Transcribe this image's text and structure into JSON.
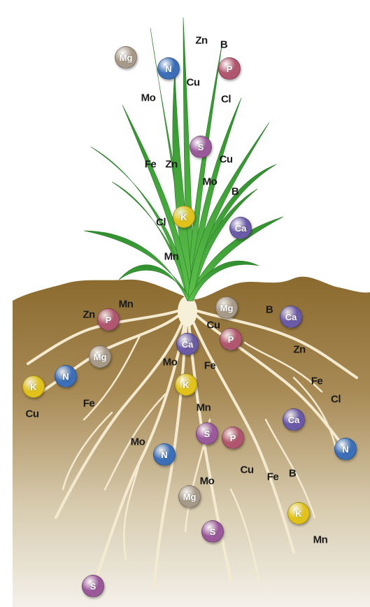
{
  "colors": {
    "N": "#3c6fb8",
    "P": "#b0566e",
    "K": "#e0c21a",
    "S": "#9a5a9a",
    "Ca": "#6a5aa8",
    "Mg": "#a89a88",
    "soil_top": "#8a6a2e",
    "soil_bottom": "#f2eee6",
    "leaf": "#3aa038",
    "root": "#f4ead0"
  },
  "plant": {
    "nutrients": [
      {
        "symbol": "Mg",
        "kind": "ball"
      },
      {
        "symbol": "N",
        "kind": "ball"
      },
      {
        "symbol": "Zn",
        "kind": "text"
      },
      {
        "symbol": "B",
        "kind": "text"
      },
      {
        "symbol": "P",
        "kind": "ball"
      },
      {
        "symbol": "Cu",
        "kind": "text"
      },
      {
        "symbol": "Mo",
        "kind": "text"
      },
      {
        "symbol": "Cl",
        "kind": "text"
      },
      {
        "symbol": "S",
        "kind": "ball"
      },
      {
        "symbol": "Fe",
        "kind": "text"
      },
      {
        "symbol": "Zn",
        "kind": "text"
      },
      {
        "symbol": "Cu",
        "kind": "text"
      },
      {
        "symbol": "Mo",
        "kind": "text"
      },
      {
        "symbol": "B",
        "kind": "text"
      },
      {
        "symbol": "Cl",
        "kind": "text"
      },
      {
        "symbol": "K",
        "kind": "ball"
      },
      {
        "symbol": "Ca",
        "kind": "ball"
      },
      {
        "symbol": "Mn",
        "kind": "text"
      }
    ]
  },
  "soil": {
    "nutrients": [
      {
        "symbol": "Mn",
        "kind": "text"
      },
      {
        "symbol": "Zn",
        "kind": "text"
      },
      {
        "symbol": "P",
        "kind": "ball"
      },
      {
        "symbol": "Mg",
        "kind": "ball"
      },
      {
        "symbol": "B",
        "kind": "text"
      },
      {
        "symbol": "Ca",
        "kind": "ball"
      },
      {
        "symbol": "Cu",
        "kind": "text"
      },
      {
        "symbol": "P",
        "kind": "ball"
      },
      {
        "symbol": "Mg",
        "kind": "ball"
      },
      {
        "symbol": "Ca",
        "kind": "ball"
      },
      {
        "symbol": "Zn",
        "kind": "text"
      },
      {
        "symbol": "N",
        "kind": "ball"
      },
      {
        "symbol": "Mo",
        "kind": "text"
      },
      {
        "symbol": "Fe",
        "kind": "text"
      },
      {
        "symbol": "K",
        "kind": "ball"
      },
      {
        "symbol": "Cu",
        "kind": "text"
      },
      {
        "symbol": "K",
        "kind": "ball"
      },
      {
        "symbol": "Fe",
        "kind": "text"
      },
      {
        "symbol": "Fe",
        "kind": "text"
      },
      {
        "symbol": "Cl",
        "kind": "text"
      },
      {
        "symbol": "Mn",
        "kind": "text"
      },
      {
        "symbol": "Ca",
        "kind": "ball"
      },
      {
        "symbol": "Mo",
        "kind": "text"
      },
      {
        "symbol": "S",
        "kind": "ball"
      },
      {
        "symbol": "P",
        "kind": "ball"
      },
      {
        "symbol": "N",
        "kind": "ball"
      },
      {
        "symbol": "N",
        "kind": "ball"
      },
      {
        "symbol": "Mo",
        "kind": "text"
      },
      {
        "symbol": "Cu",
        "kind": "text"
      },
      {
        "symbol": "Fe",
        "kind": "text"
      },
      {
        "symbol": "B",
        "kind": "text"
      },
      {
        "symbol": "Mg",
        "kind": "ball"
      },
      {
        "symbol": "K",
        "kind": "ball"
      },
      {
        "symbol": "S",
        "kind": "ball"
      },
      {
        "symbol": "Mn",
        "kind": "text"
      },
      {
        "symbol": "S",
        "kind": "ball"
      }
    ]
  }
}
